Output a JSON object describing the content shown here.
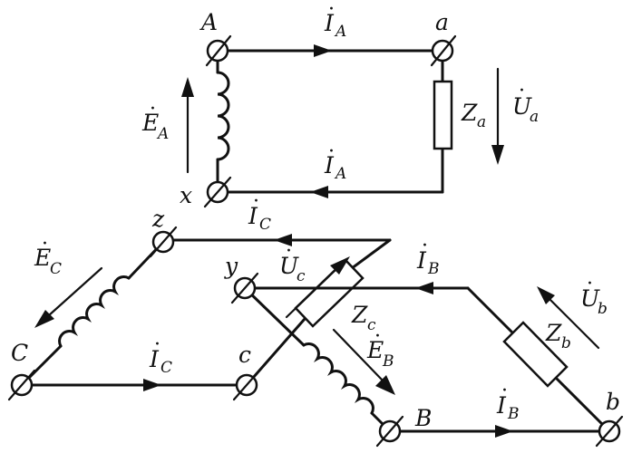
{
  "phase_a": {
    "source_node": "A",
    "neutral_node": "x",
    "load_node": "a",
    "current": {
      "sym": "I",
      "sub": "A"
    },
    "emf": {
      "sym": "E",
      "sub": "A"
    },
    "impedance": {
      "sym": "Z",
      "sub": "a"
    },
    "voltage": {
      "sym": "U",
      "sub": "a"
    }
  },
  "phase_c": {
    "source_node": "C",
    "neutral_node": "z",
    "load_node": "c",
    "current": {
      "sym": "I",
      "sub": "C"
    },
    "emf": {
      "sym": "E",
      "sub": "C"
    },
    "impedance": {
      "sym": "Z",
      "sub": "c"
    },
    "voltage": {
      "sym": "U",
      "sub": "c"
    }
  },
  "phase_b": {
    "source_node": "B",
    "neutral_node": "y",
    "load_node": "b",
    "current": {
      "sym": "I",
      "sub": "B"
    },
    "emf": {
      "sym": "E",
      "sub": "B"
    },
    "impedance": {
      "sym": "Z",
      "sub": "b"
    },
    "voltage": {
      "sym": "U",
      "sub": "b"
    }
  },
  "dot_mark": "·"
}
